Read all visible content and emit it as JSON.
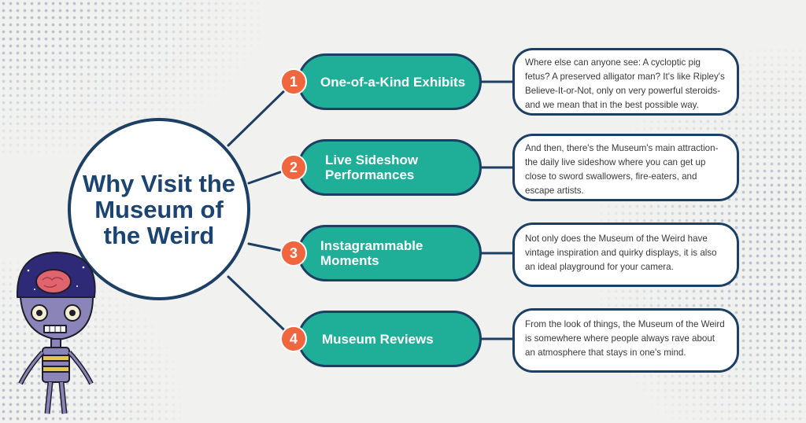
{
  "hub": {
    "title": "Why Visit the Museum of the Weird"
  },
  "items": [
    {
      "number": "1",
      "label": "One-of-a-Kind Exhibits",
      "description": "Where else can anyone see: A cycloptiс pig fetus? A preserved alligator man? It's like Ripley's Believe-It-or-Not, only on very powerful steroids- and we mean that in the best possible way."
    },
    {
      "number": "2",
      "label": "Live Sideshow Performances",
      "description": "And then, there's the Museum's main attraction-the daily live sideshow where you can get up close to sword swallowers, fire-eaters, and escape artists."
    },
    {
      "number": "3",
      "label": "Instagrammable Moments",
      "description": "Not only does the Museum of the Weird have vintage inspiration and quirky displays, it is also an ideal playground for your camera."
    },
    {
      "number": "4",
      "label": "Museum Reviews",
      "description": "From the look of things, the Museum of the Weird is somewhere where people always rave about an atmosphere that stays in one's mind."
    }
  ],
  "colors": {
    "navy": "#1c3f63",
    "teal": "#1fae98",
    "orange": "#f0663f",
    "background": "#f1f1f0"
  },
  "icons": {
    "mascot": "zombie-brain-character-icon"
  }
}
